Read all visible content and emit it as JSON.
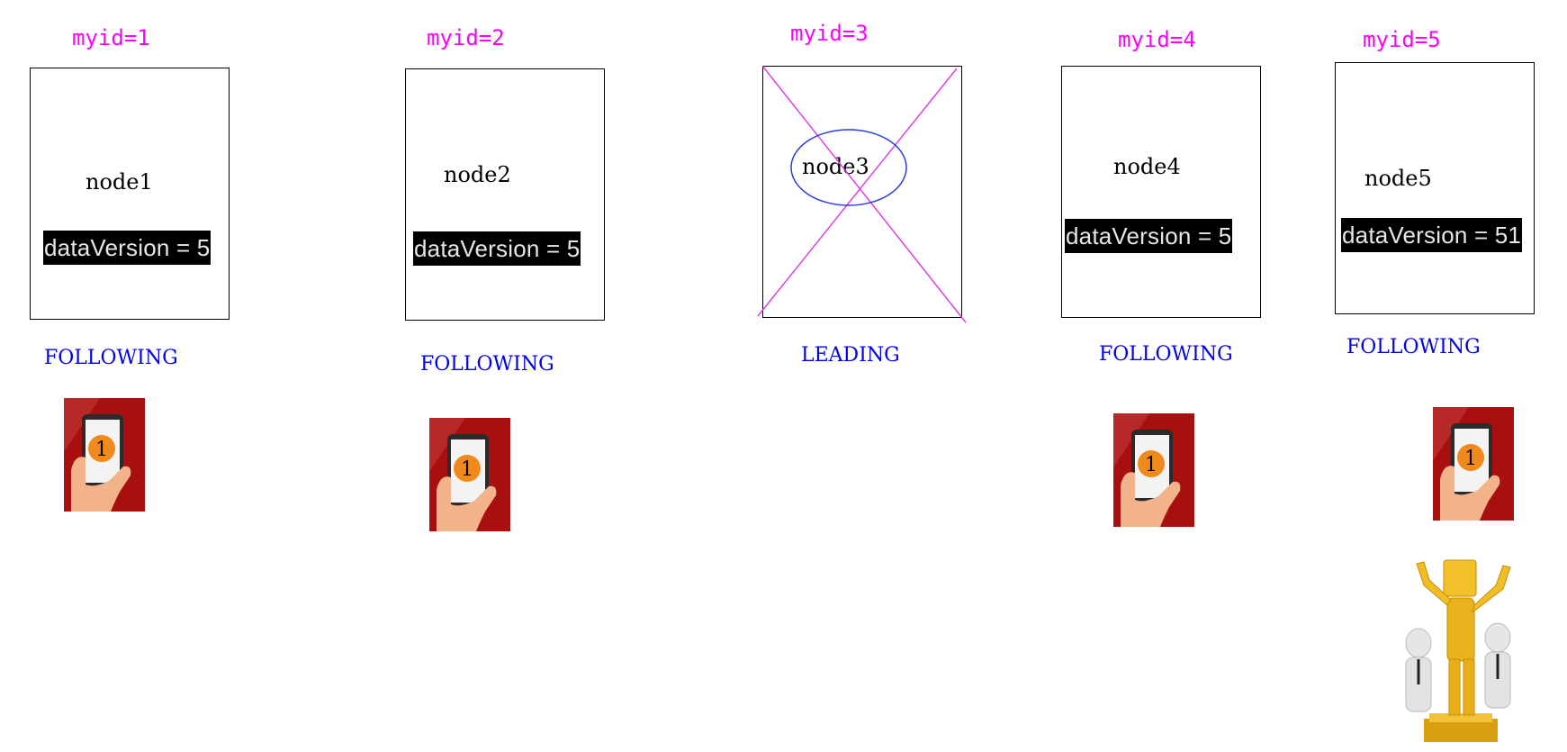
{
  "colors": {
    "myid": "#ff00ff",
    "state": "#0000ee",
    "cross": "#e040e0",
    "ellipse": "#2a3cd8",
    "icon_bg": "#a80f0f",
    "coin": "#f08a1c",
    "trophy": "#e8b21a"
  },
  "nodes": [
    {
      "myid": "myid=1",
      "name": "node1",
      "data_version": "dataVersion = 5",
      "state": "FOLLOWING",
      "icon": "phone-vote-icon"
    },
    {
      "myid": "myid=2",
      "name": "node2",
      "data_version": "dataVersion = 5",
      "state": "FOLLOWING",
      "icon": "phone-vote-icon"
    },
    {
      "myid": "myid=3",
      "name": "node3",
      "data_version": "",
      "state": "LEADING",
      "icon": "crossed-out-box"
    },
    {
      "myid": "myid=4",
      "name": "node4",
      "data_version": "dataVersion = 5",
      "state": "FOLLOWING",
      "icon": "phone-vote-icon"
    },
    {
      "myid": "myid=5",
      "name": "node5",
      "data_version": "dataVersion = 51",
      "state": "FOLLOWING",
      "icon": "phone-vote-icon"
    }
  ],
  "coin_digit": "1",
  "winner_icon": "trophy-figure-icon"
}
